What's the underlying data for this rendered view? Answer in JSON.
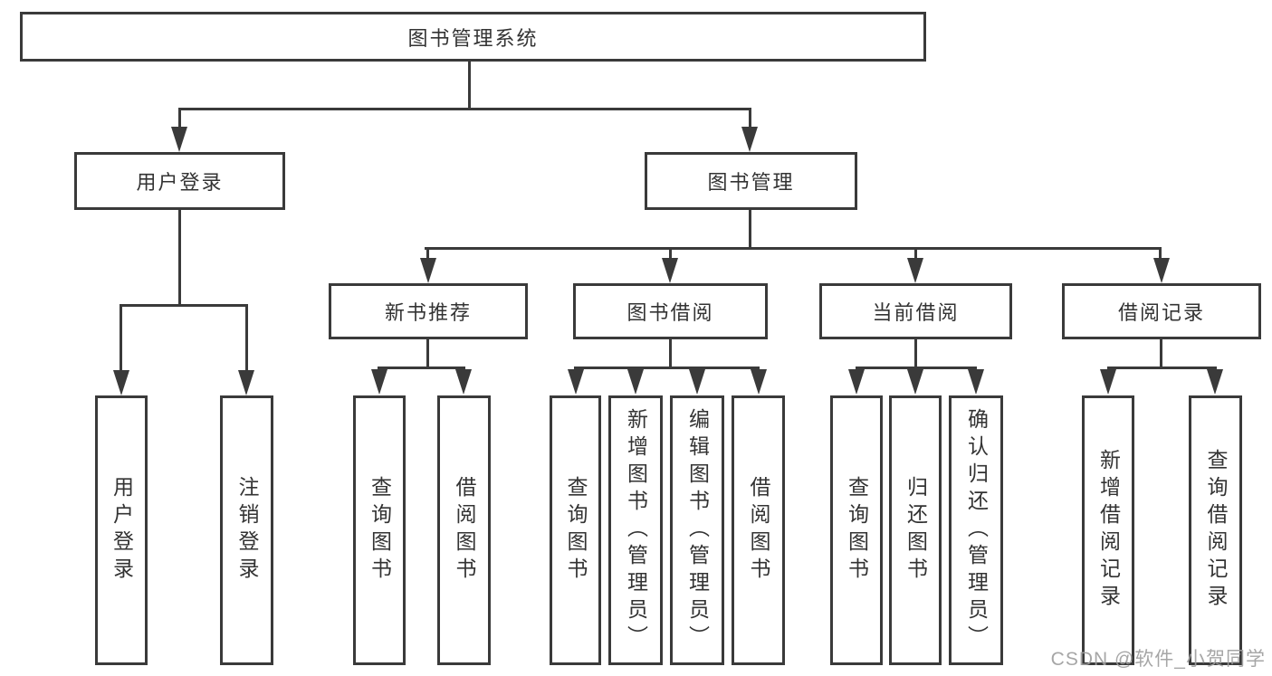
{
  "diagram_type": "hierarchy-tree",
  "colors": {
    "line": "#3a3a3a",
    "box_border": "#3a3a3a",
    "text": "#333333",
    "background": "#ffffff",
    "watermark": "#9e9e9e"
  },
  "nodes": {
    "root": "图书管理系统",
    "user_login": "用户登录",
    "book_management": "图书管理",
    "new_book_recommend": "新书推荐",
    "book_borrowing": "图书借阅",
    "current_borrowing": "当前借阅",
    "borrowing_records": "借阅记录",
    "login_children": [
      "用户登录",
      "注销登录"
    ],
    "recommend_children": [
      "查询图书",
      "借阅图书"
    ],
    "borrowing_children": [
      "查询图书",
      "新增图书（管理员）",
      "编辑图书（管理员）",
      "借阅图书"
    ],
    "current_children": [
      "查询图书",
      "归还图书",
      "确认归还（管理员）"
    ],
    "records_children": [
      "新增借阅记录",
      "查询借阅记录"
    ]
  },
  "watermark": "CSDN @软件_小贺同学"
}
